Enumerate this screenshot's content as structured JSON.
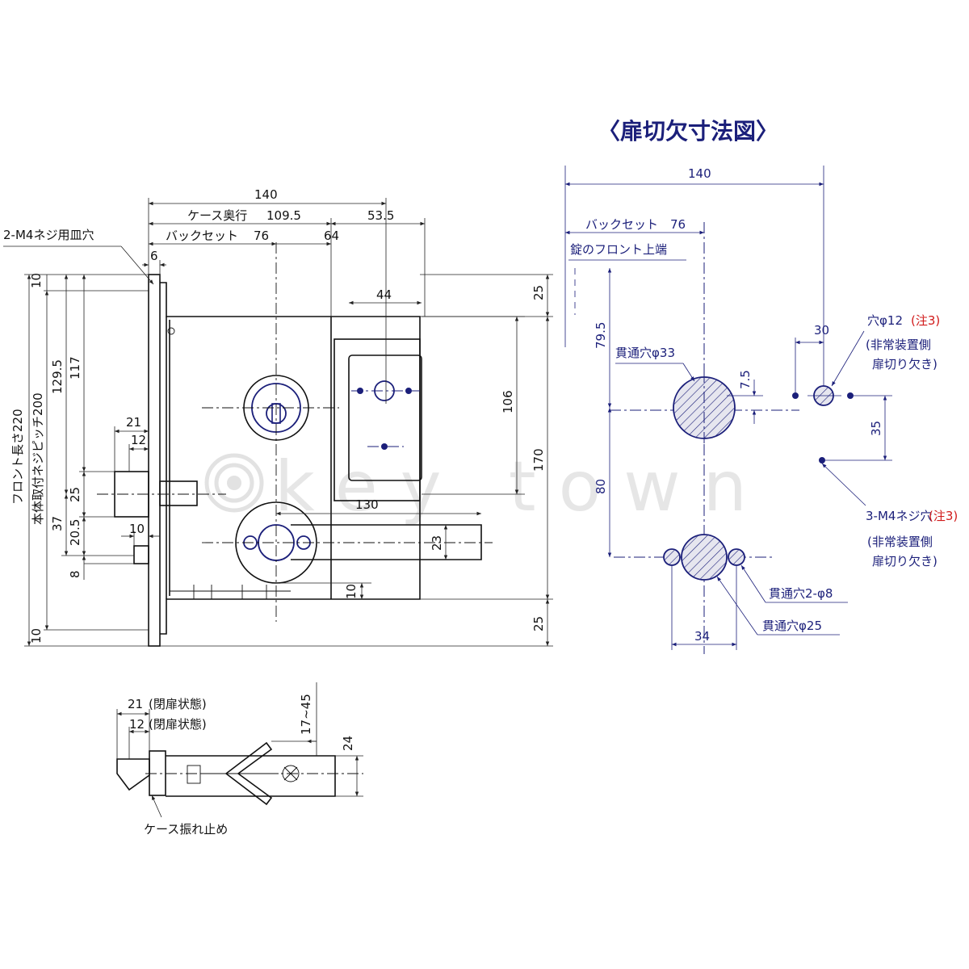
{
  "left_view": {
    "labels": {
      "screw_hole": "2-M4ネジ用皿穴",
      "case_depth": "ケース奥行",
      "backset": "バックセット",
      "front_length": "フロント長さ220",
      "body_screw_pitch": "本体取付ネジピッチ200"
    },
    "dims": {
      "d140": "140",
      "d109_5": "109.5",
      "d53_5": "53.5",
      "d76": "76",
      "d64": "64",
      "d6": "6",
      "d44": "44",
      "d10_top": "10",
      "d10_bot": "10",
      "d129_5": "129.5",
      "d117": "117",
      "d21": "21",
      "d12": "12",
      "d25_latch": "25",
      "d37": "37",
      "d20_5": "20.5",
      "d10_dead": "10",
      "d8": "8",
      "d25_top": "25",
      "d106": "106",
      "d170": "170",
      "d130": "130",
      "d23": "23",
      "d10_under": "10",
      "d25_bot": "25"
    }
  },
  "bottom_view": {
    "labels": {
      "closed_state_1": "(閉扉状態)",
      "closed_state_2": "(閉扉状態)",
      "case_stopper": "ケース振れ止め"
    },
    "dims": {
      "d21": "21",
      "d12": "12",
      "d17_45": "17~45",
      "d24": "24"
    }
  },
  "cutout_view": {
    "title": "〈扉切欠寸法図〉",
    "labels": {
      "backset": "バックセット",
      "lock_front_top": "錠のフロント上端",
      "through_33": "貫通穴φ33",
      "hole_12": "穴φ12",
      "note3": "(注3)",
      "emergency_side_1": "(非常装置側",
      "door_cutout_1": "扉切り欠き)",
      "m4_holes": "3-M4ネジ穴",
      "emergency_side_2": "(非常装置側",
      "door_cutout_2": "扉切り欠き)",
      "through_2_8": "貫通穴2-φ8",
      "through_25": "貫通穴φ25"
    },
    "dims": {
      "d140": "140",
      "d76": "76",
      "d79_5": "79.5",
      "d30": "30",
      "d7_5": "7.5",
      "d35": "35",
      "d80": "80",
      "d34": "34"
    }
  },
  "watermark": "key town",
  "colors": {
    "drawing": "#111111",
    "blue": "#1b1f7a",
    "note_red": "#d11a1a"
  }
}
